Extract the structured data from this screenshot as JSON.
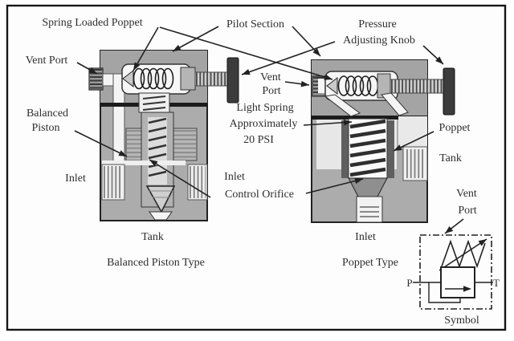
{
  "figure": {
    "description": "Cross-section diagrams of two pilot-operated pressure relief valves with schematic symbol",
    "caption_left": "Balanced Piston Type",
    "caption_right": "Poppet Type",
    "symbol_caption": "Symbol"
  },
  "labels": {
    "spring_loaded_poppet": "Spring Loaded Poppet",
    "pilot_section": "Pilot Section",
    "pressure_adjusting_knob": [
      "Pressure",
      "Adjusting Knob"
    ],
    "vent_port_left": "Vent Port",
    "balanced_piston": [
      "Balanced",
      "Piston"
    ],
    "inlet_left": "Inlet",
    "vent_port_center": [
      "Vent",
      "Port"
    ],
    "light_spring": [
      "Light Spring",
      "Approximately",
      "20 PSI"
    ],
    "inlet_control_orifice": [
      "Inlet",
      "Control Orifice"
    ],
    "poppet": "Poppet",
    "tank_right": "Tank",
    "tank_bottom": "Tank",
    "inlet_bottom": "Inlet",
    "vent_port_symbol": [
      "Vent",
      "Port"
    ],
    "port_p": "P",
    "port_t": "T"
  },
  "colors": {
    "background": "#ffffff",
    "paper": "#fdfdfd",
    "body_gray": "#acacac",
    "pilot_gray": "#a4a4a4",
    "chamber_white": "#f6f6f6",
    "dark_metal": "#3c3c3c",
    "hatch_dark": "#4a4a4a",
    "line": "#1f1f1f",
    "text": "#2e2e2e"
  }
}
